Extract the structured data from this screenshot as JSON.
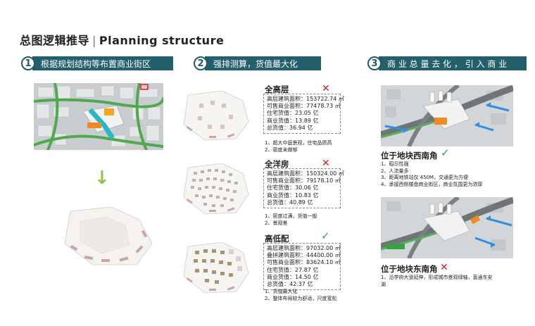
{
  "title": {
    "cn": "总图逻辑推导",
    "sep": "|",
    "en": "Planning structure"
  },
  "steps": [
    {
      "num": "1",
      "label": "根据规划结构等布置商业街区"
    },
    {
      "num": "2",
      "label": "强排测算，货值最大化"
    },
    {
      "num": "3",
      "label": "商 业 总 量 去 化 ， 引 入 商 业"
    }
  ],
  "options": [
    {
      "name": "全高层",
      "verdict": "cross",
      "stats": [
        "高层建筑面积：153722.74 ㎡",
        "可售商业面积：77478.73 ㎡",
        "住宅货值：23.05 亿",
        "商业货值：13.89 亿",
        "总货值：36.94 亿"
      ],
      "notes": [
        "1、超大中庭景观，住宅品质高",
        "2、密度未做够"
      ]
    },
    {
      "name": "全洋房",
      "verdict": "cross",
      "stats": [
        "高层建筑面积：150324.00 ㎡",
        "可售商业面积：79178.10 ㎡",
        "住宅货值：30.06 亿",
        "商业货值：10.83 亿",
        "总货值：40.89 亿"
      ],
      "notes": [
        "1、密度过满，货值一般",
        "2、景观差"
      ]
    },
    {
      "name": "高低配",
      "verdict": "check",
      "stats": [
        "高层建筑面积：97032.00 ㎡",
        "叠拼建筑面积：44400.00 ㎡",
        "可售商业面积：83624.10 ㎡",
        "住宅货值：27.87 亿",
        "商业货值：14.50 亿",
        "总货值：42.37 亿"
      ],
      "notes": [
        "1、货值最大化",
        "2、整体布局较为舒适，尺度宽松"
      ]
    }
  ],
  "locations": [
    {
      "name": "位于地块西南角",
      "verdict": "check",
      "notes": [
        "1、昭示性强",
        "2、人流量多",
        "3、距离地铁站仅 450M，交通更为方便",
        "4、承接西侧楼盘商业街区，商业氛围更为浓厚"
      ]
    },
    {
      "name": "位于地块东南角",
      "verdict": "cross",
      "notes": [
        "1、沿学府大道延伸，形成城市景观绿轴，直通东安",
        "湖"
      ]
    }
  ],
  "glyphs": {
    "cross": "✕",
    "check": "✓",
    "arrow_down": "↓"
  },
  "colors": {
    "teal": "#24606b",
    "red": "#d0202a",
    "green": "#3aa046",
    "orange": "#f08a24"
  }
}
